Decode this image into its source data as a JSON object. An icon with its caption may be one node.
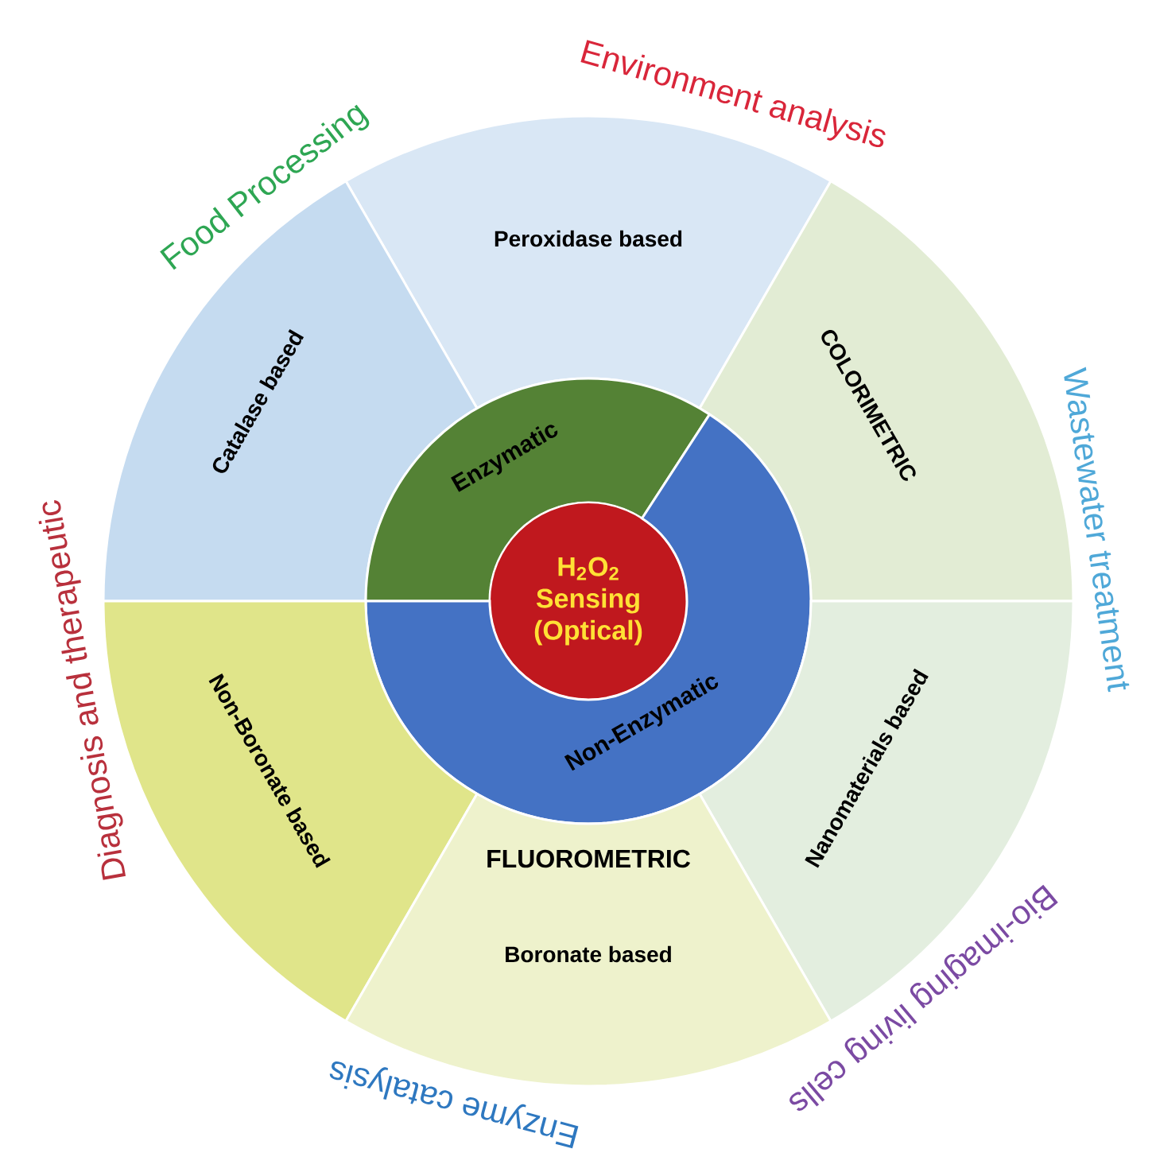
{
  "diagram": {
    "nodes": [
      {
        "text": [
          "Peroxidase based"
        ]
      },
      {
        "text": [
          "Catalase based"
        ]
      },
      {
        "text": [
          "COLORIMETRIC"
        ]
      },
      {
        "text": [
          "Enzymatic"
        ]
      },
      {
        "text": [
          "H$_{2}$O$_{2}$ Sensing (Optical)"
        ]
      },
      {
        "text": [
          "Non-Enzymatic"
        ]
      },
      {
        "text": [
          "Non-Boronate based"
        ]
      },
      {
        "text": [
          "Nanomaterials based"
        ]
      },
      {
        "text": [
          "Boronate based"
        ]
      }
    ],
    "labels": [
      "Food Processing",
      "Environment analysis",
      "Diagnosis and therapeutic",
      "Wastewater treatment",
      "FLUOROMETRIC",
      "Enzyme catalysis",
      "Bio-imaging living cells"
    ]
  }
}
